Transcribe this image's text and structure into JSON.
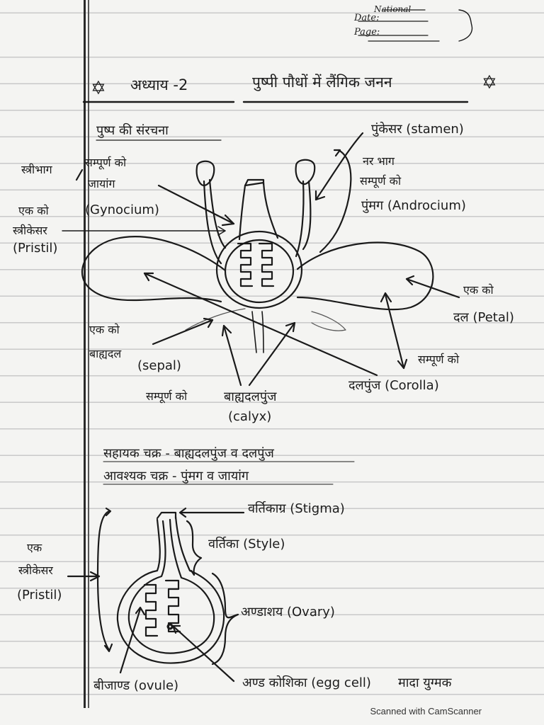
{
  "header": {
    "national": "National",
    "date_label": "Date:",
    "page_label": "Page:"
  },
  "title": {
    "chapter": "अध्याय -2",
    "topic": "पुष्पी पौधों में लैंगिक जनन"
  },
  "flower_diagram": {
    "heading": "पुष्प की संरचना",
    "stamen": "पुंकेसर (stamen)",
    "male_part": "नर भाग",
    "sampurn_ko_1": "सम्पूर्ण को",
    "androecium": "पुंमग (Androcium)",
    "female_part": "स्त्रीभाग",
    "sampurn_ko_2": "सम्पूर्ण को",
    "gynoecium_hi": "जायांग",
    "gynoecium": "(Gynocium)",
    "ek_ko_1": "एक को",
    "pistil_hi": "स्त्रीकेसर",
    "pistil": "(Pristil)",
    "ek_ko_2": "एक को",
    "petal": "दल (Petal)",
    "ek_ko_3": "एक को",
    "sepal_hi": "बाह्यदल",
    "sepal": "(sepal)",
    "sampurn_ko_3": "सम्पूर्ण को",
    "corolla": "दलपुंज (Corolla)",
    "sampurn_ko_4": "सम्पूर्ण को",
    "calyx_hi": "बाह्यदलपुंज",
    "calyx": "(calyx)"
  },
  "notes": {
    "accessory_whorl": "सहायक चक्र - बाह्यदलपुंज व दलपुंज",
    "essential_whorl": "आवश्यक चक्र - पुंमग व जायांग"
  },
  "pistil_diagram": {
    "stigma": "वर्तिकाग्र (Stigma)",
    "style": "वर्तिका (Style)",
    "ovary": "अण्डाशय (Ovary)",
    "ek": "एक",
    "pistil_hi": "स्त्रीकेसर",
    "pistil": "(Pristil)",
    "ovule": "बीजाण्ड (ovule)",
    "egg_cell": "अण्ड कोशिका (egg cell)",
    "female_gamete": "मादा युग्मक"
  },
  "footer": "Scanned with CamScanner",
  "icons": [
    "star-of-david-icon"
  ]
}
